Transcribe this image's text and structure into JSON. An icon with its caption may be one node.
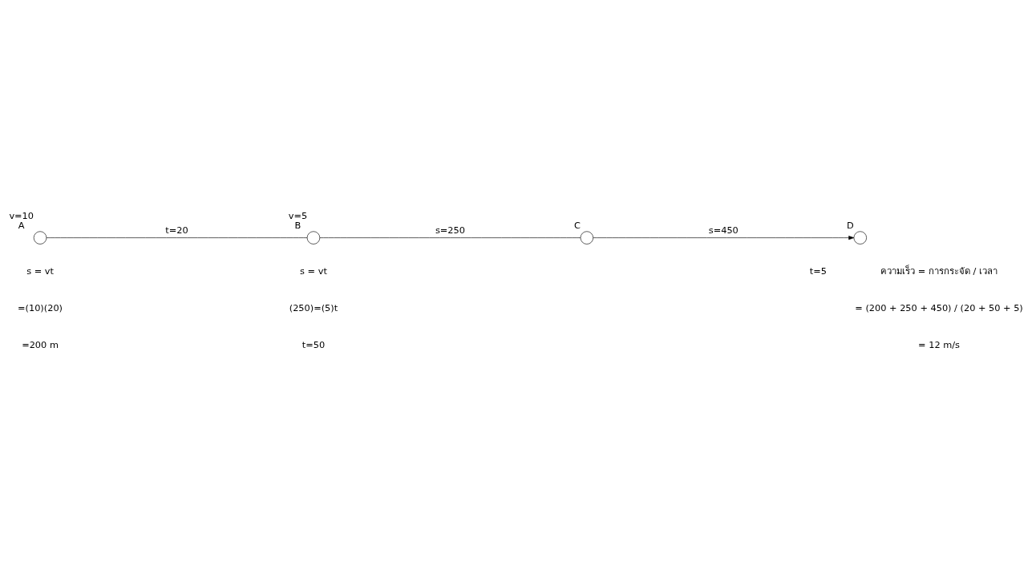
{
  "diagram": {
    "nodes": [
      {
        "text": [],
        "shape": "circle",
        "beside": [
          "v=10",
          "A"
        ]
      },
      {
        "text": [],
        "shape": "circle",
        "beside": [
          "v=5",
          "B"
        ]
      },
      {
        "text": [],
        "shape": "circle",
        "beside": [
          "C"
        ]
      },
      {
        "text": [],
        "shape": "circle",
        "beside": [
          "D"
        ]
      }
    ],
    "edges": [
      {
        "from": 0,
        "to": 1,
        "arrow": "none",
        "label": "t=20"
      },
      {
        "from": 1,
        "to": 2,
        "arrow": "none",
        "label": "s=250"
      },
      {
        "from": 2,
        "to": 3,
        "arrow": "to",
        "label": "s=450"
      }
    ],
    "labels": [
      "t=5",
      "s = vt",
      "=(10)(20)",
      "=200 m",
      "s = vt",
      "(250)=(5)t",
      "t=50",
      "ความเร็ว = การกระจัด / เวลา",
      "= (200 + 250 + 450) / (20 + 50 + 5)",
      "= 12 m/s"
    ]
  }
}
